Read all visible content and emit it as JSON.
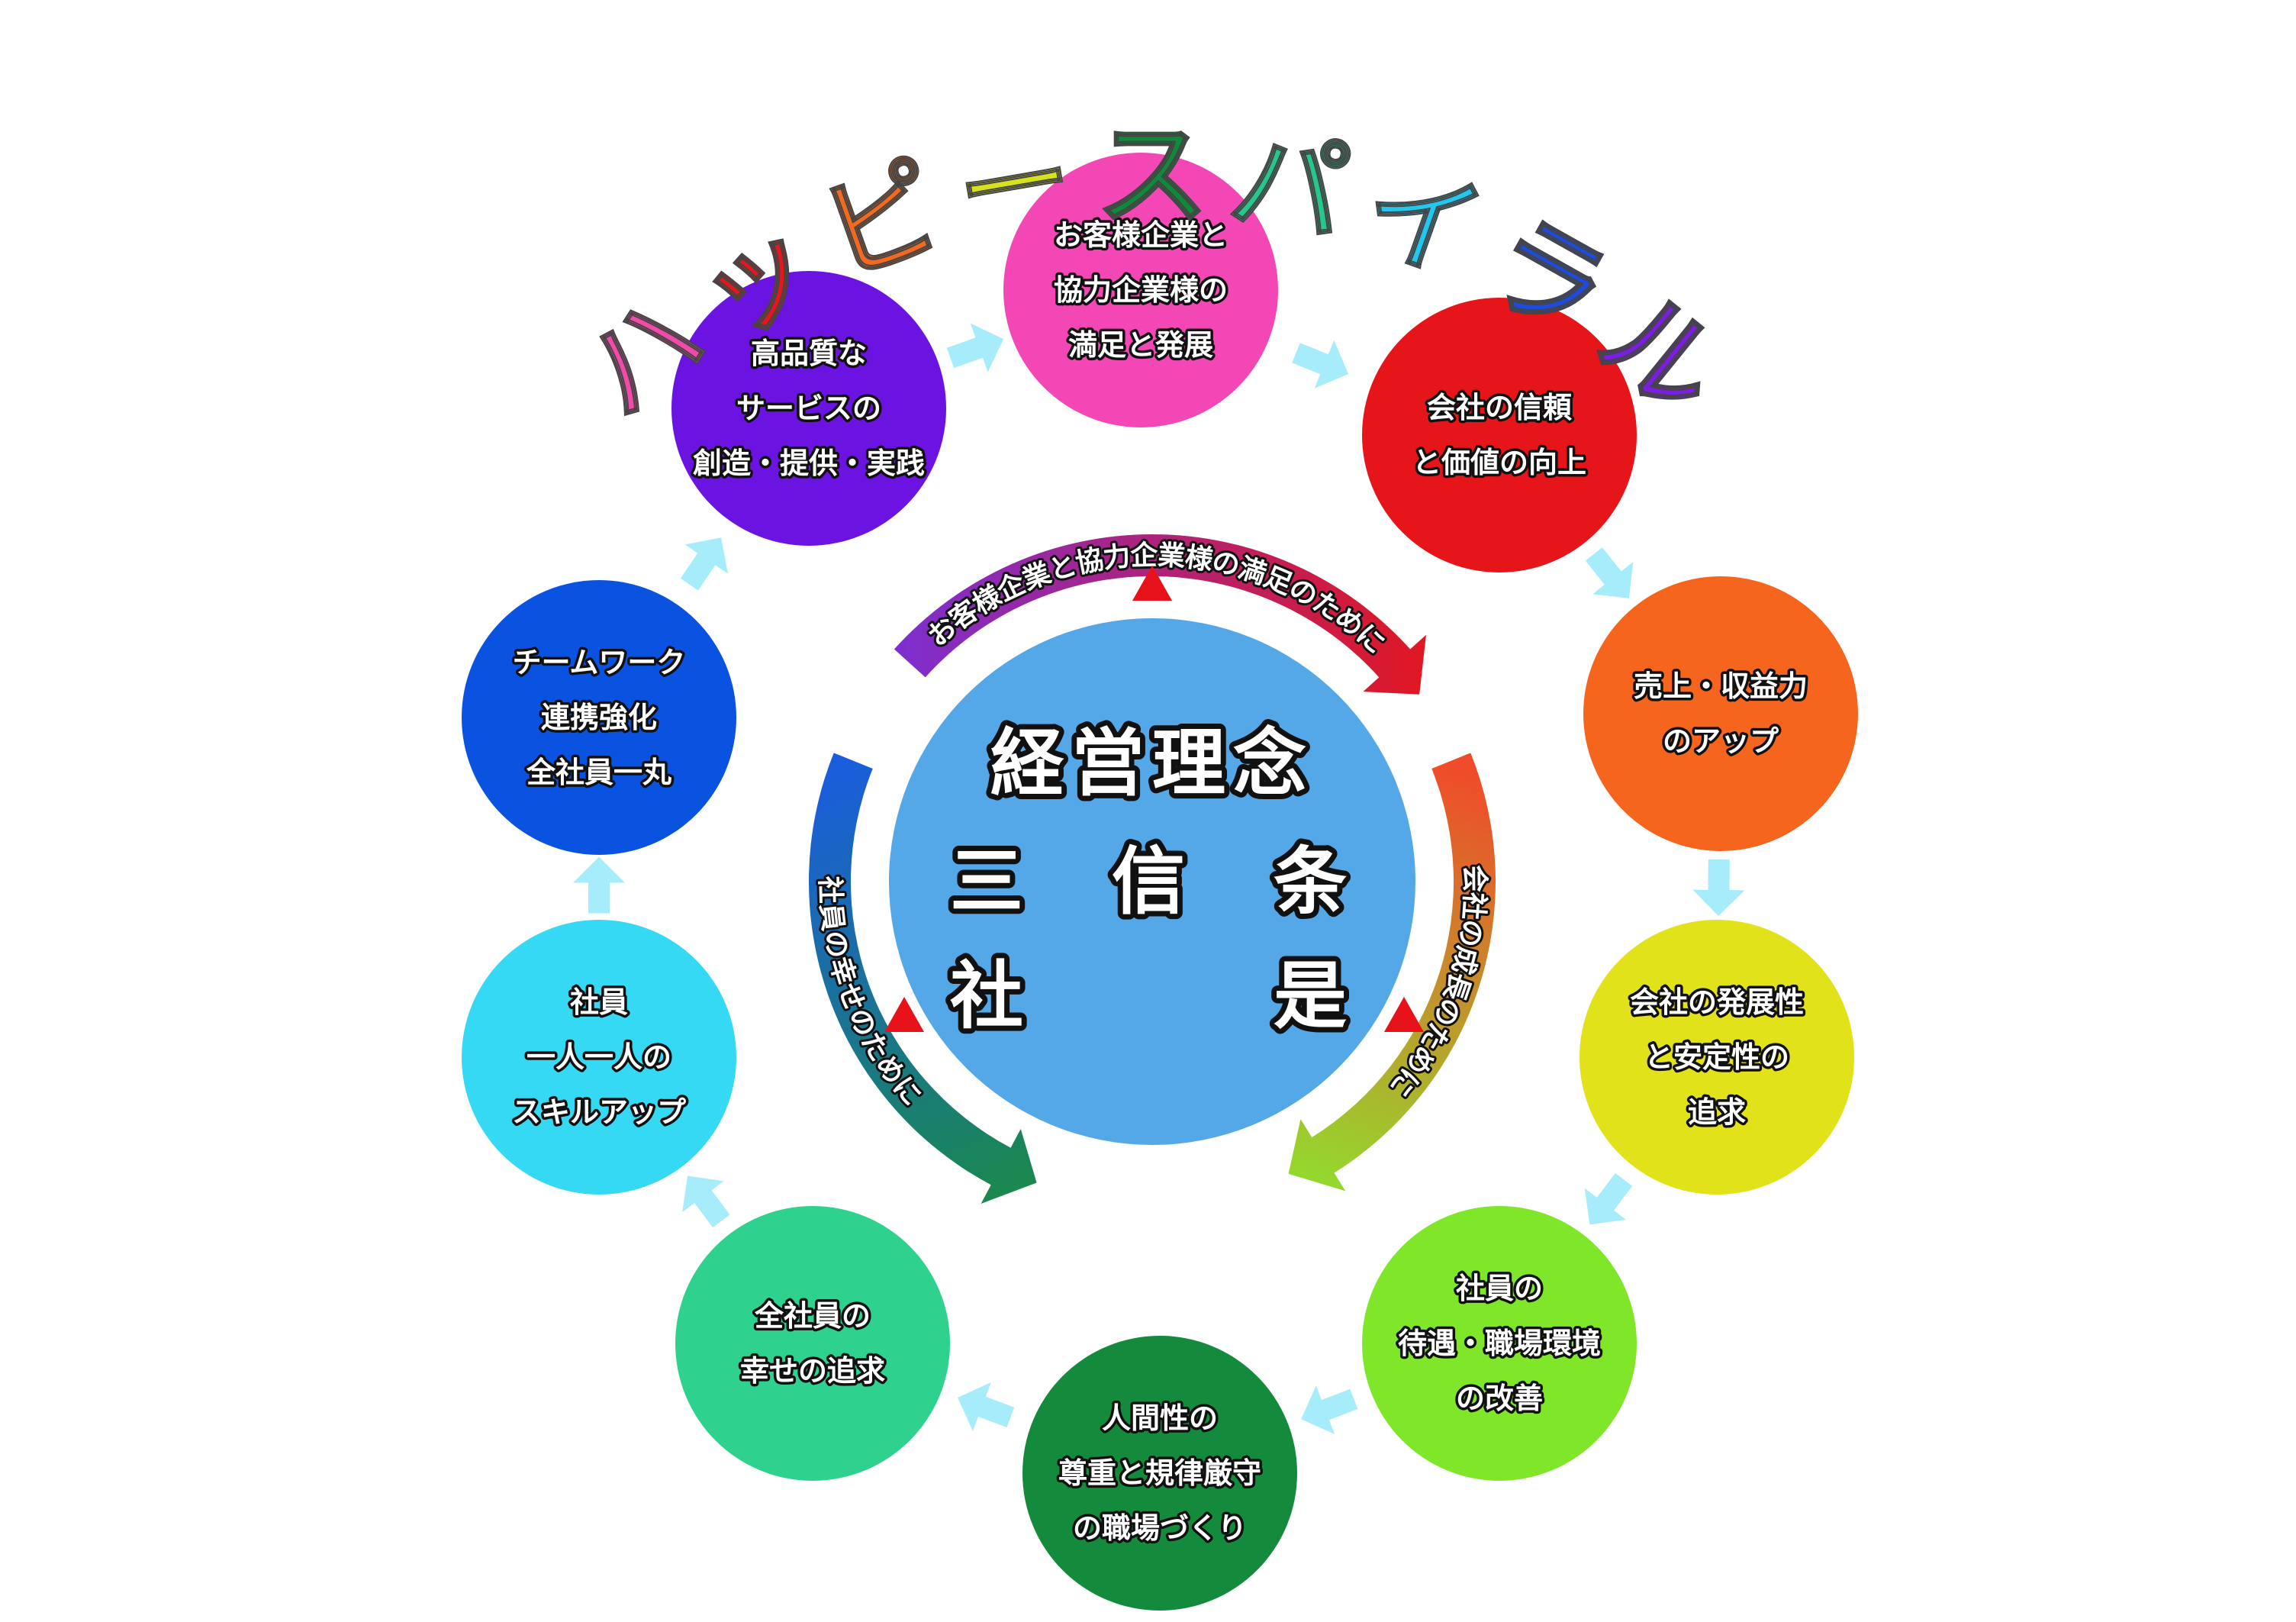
{
  "title": {
    "chars": [
      "ハ",
      "ッ",
      "ピ",
      "ー",
      "ス",
      "パ",
      "イ",
      "ラ",
      "ル"
    ],
    "colors": [
      "#f24aa8",
      "#e3171d",
      "#f26a1f",
      "#d6e21c",
      "#0f8a3a",
      "#27c68c",
      "#22c7ee",
      "#1f4bdc",
      "#7a1ee0"
    ]
  },
  "center": {
    "color": "#54a8e8",
    "lines": [
      "経営理念",
      "三　信　条",
      "社　　　是"
    ]
  },
  "nodes": [
    {
      "id": "customer",
      "color": "#f447b6",
      "lines": [
        "お客様企業と",
        "協力企業様の",
        "満足と発展"
      ]
    },
    {
      "id": "trust",
      "color": "#e5151a",
      "lines": [
        "会社の信頼",
        "と価値の向上"
      ]
    },
    {
      "id": "sales",
      "color": "#f5651d",
      "lines": [
        "売上・収益力",
        "のアップ"
      ]
    },
    {
      "id": "stability",
      "color": "#e2e21b",
      "lines": [
        "会社の発展性",
        "と安定性の",
        "追求"
      ]
    },
    {
      "id": "treatment",
      "color": "#7fe62a",
      "lines": [
        "社員の",
        "待遇・職場環境",
        "の改善"
      ]
    },
    {
      "id": "humanity",
      "color": "#138a3c",
      "lines": [
        "人間性の",
        "尊重と規律厳守",
        "の職場づくり"
      ]
    },
    {
      "id": "happiness",
      "color": "#2ed18e",
      "lines": [
        "全社員の",
        "幸せの追求"
      ]
    },
    {
      "id": "skillup",
      "color": "#36d9f3",
      "lines": [
        "社員",
        "一人一人の",
        "スキルアップ"
      ]
    },
    {
      "id": "teamwork",
      "color": "#0a52e0",
      "lines": [
        "チームワーク",
        "連携強化",
        "全社員一丸"
      ]
    },
    {
      "id": "quality",
      "color": "#6b14e2",
      "lines": [
        "高品質な",
        "サービスの",
        "創造・提供・実践"
      ]
    }
  ],
  "arcs": [
    {
      "id": "top",
      "text": "お客様企業と協力企業様の満足のために",
      "from": "#7a2fd6",
      "to": "#e3171d"
    },
    {
      "id": "right",
      "text": "会社の成長のために",
      "from": "#f04b2a",
      "to": "#8ee22e"
    },
    {
      "id": "left",
      "text": "社員の幸せのために",
      "from": "#1a5ce0",
      "to": "#1a8a4a"
    }
  ],
  "colors": {
    "cycle_arrow": "#a7ecfb",
    "triangle": "#e8121a",
    "text_fill": "#ffffff",
    "text_stroke": "#111111"
  }
}
